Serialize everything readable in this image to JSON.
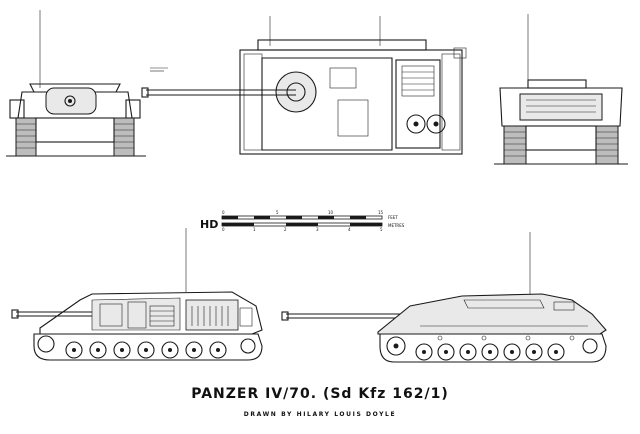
{
  "drawing": {
    "title": "PANZER IV/70.  (Sd Kfz 162/1)",
    "credit": "DRAWN BY HILARY LOUIS DOYLE",
    "monogram": "HD",
    "scale_bar": {
      "feet_label": "FEET",
      "metres_label": "METRES",
      "feet_ticks": [
        "0",
        "5",
        "10",
        "15"
      ],
      "metre_ticks": [
        "0",
        "1",
        "2",
        "3",
        "4",
        "5"
      ]
    },
    "views": [
      "front-view",
      "top-view",
      "rear-view",
      "left-side-cutaway-view",
      "right-side-view"
    ]
  }
}
